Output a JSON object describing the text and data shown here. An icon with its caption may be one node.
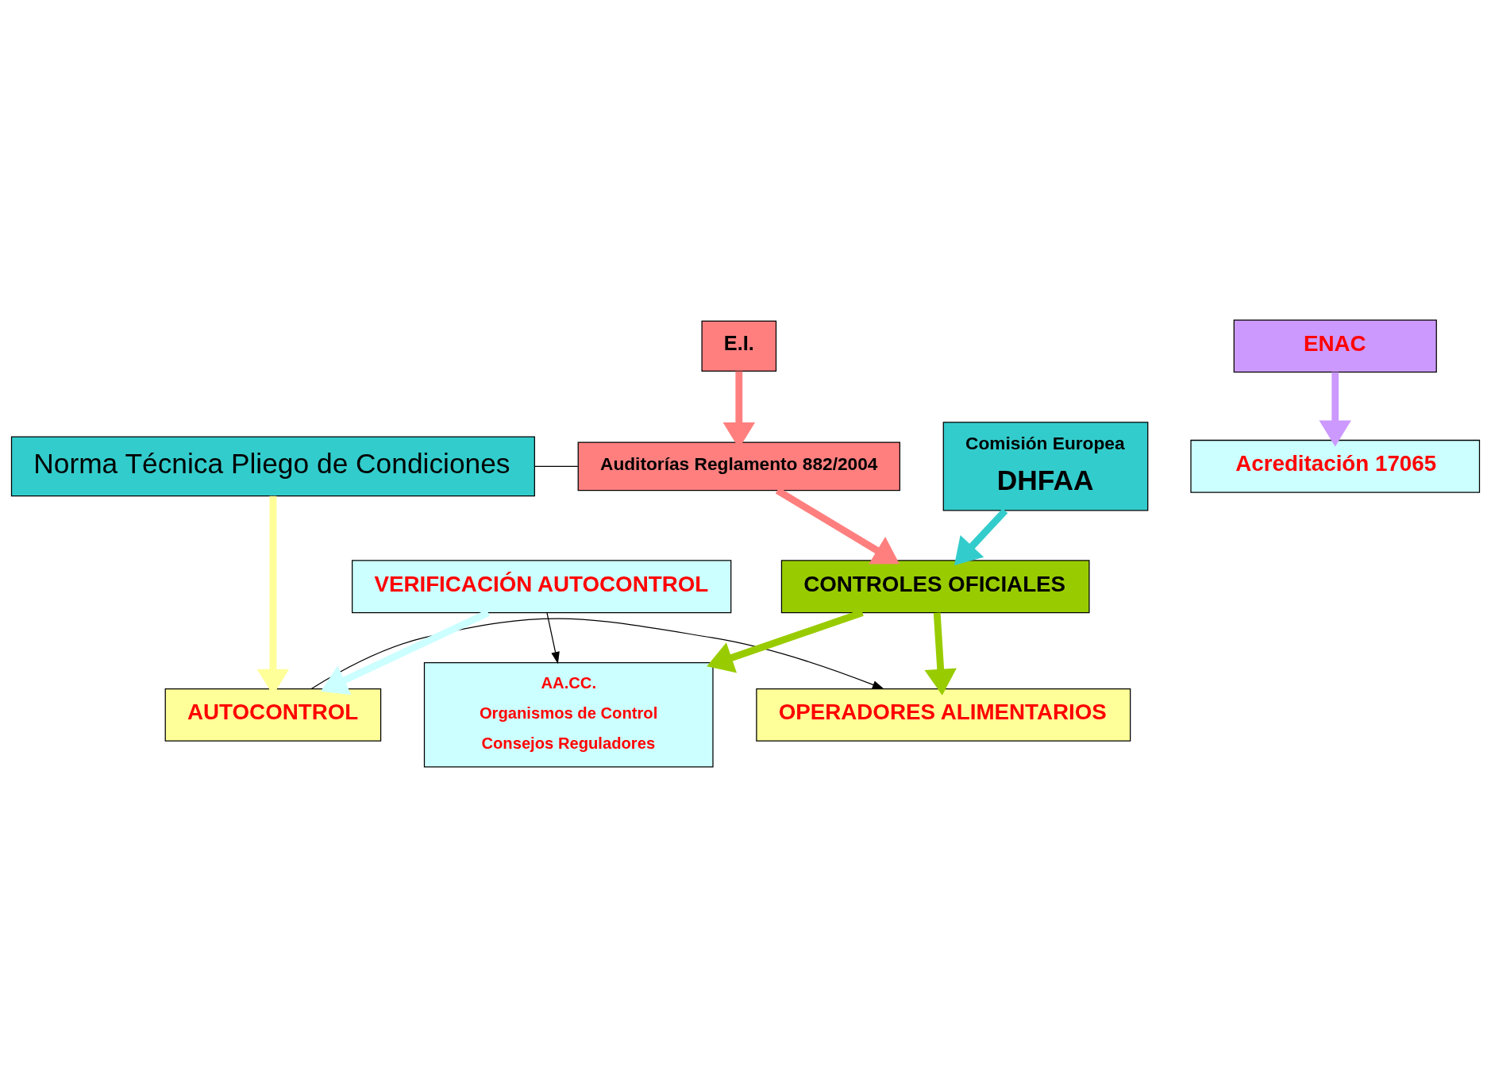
{
  "diagram": {
    "nodes": [
      {
        "text": [
          "Norma Técnica Pliego de Condiciones"
        ]
      },
      {
        "text": [
          "E.I."
        ]
      },
      {
        "text": [
          "Auditorías Reglamento 882/2004"
        ]
      },
      {
        "text": [
          "AUTOCONTROL"
        ]
      },
      {
        "text": [
          "OPERADORES ALIMENTARIOS"
        ]
      },
      {
        "text": [
          "CONTROLES OFICIALES"
        ]
      },
      {
        "text": [
          "VERIFICACIÓN AUTOCONTROL"
        ]
      },
      {
        "text": [
          "AA.CC.",
          "Organismos de Control",
          "Consejos Reguladores"
        ]
      },
      {
        "text": [
          "Acreditación 17065"
        ]
      },
      {
        "text": [
          "Comisión Europea",
          "DHFAA"
        ]
      },
      {
        "text": [
          "ENAC"
        ]
      }
    ],
    "edges": [
      {
        "from": 0,
        "to": 2,
        "arrow": "none"
      },
      {
        "from": 1,
        "to": 2,
        "arrow": "to",
        "color": "#ff7f7f"
      },
      {
        "from": 0,
        "to": 3,
        "arrow": "to",
        "color": "#ffff99"
      },
      {
        "from": 6,
        "to": 3,
        "arrow": "to",
        "color": "#ccffff"
      },
      {
        "from": 3,
        "to": 4,
        "arrow": "to"
      },
      {
        "from": 6,
        "to": 7,
        "arrow": "to"
      },
      {
        "from": 5,
        "to": 4,
        "arrow": "to",
        "color": "#99cc00"
      },
      {
        "from": 5,
        "to": 7,
        "arrow": "to",
        "color": "#99cc00"
      },
      {
        "from": 2,
        "to": 5,
        "arrow": "to",
        "color": "#ff7f7f"
      },
      {
        "from": 9,
        "to": 5,
        "arrow": "to",
        "color": "#33cccc"
      },
      {
        "from": 10,
        "to": 8,
        "arrow": "to",
        "color": "#cc99ff"
      }
    ]
  }
}
